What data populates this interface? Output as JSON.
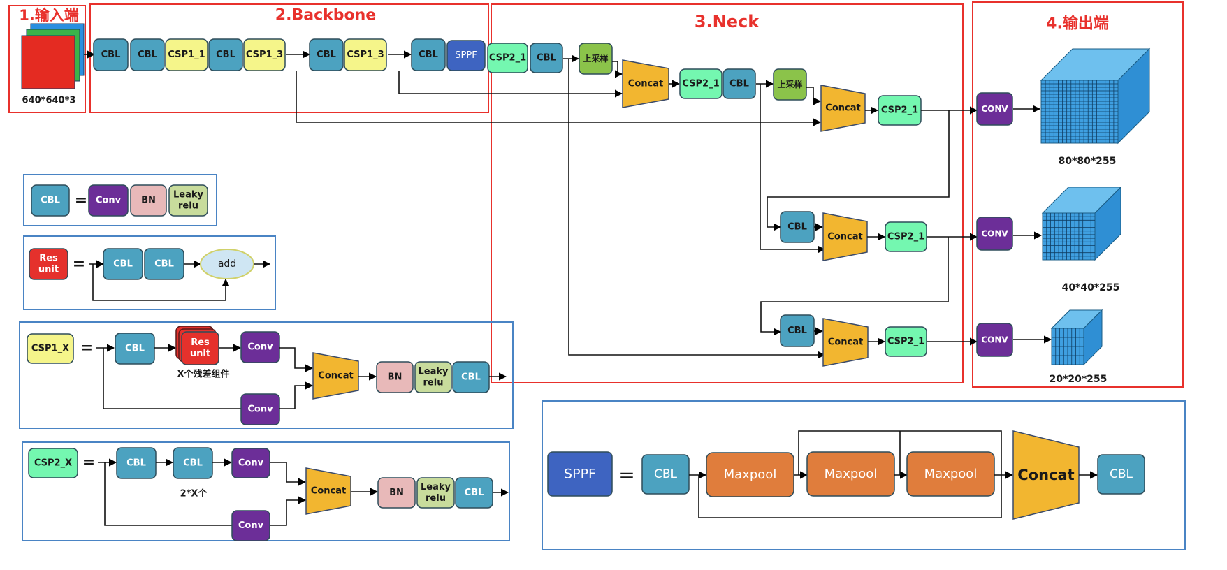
{
  "sections": {
    "input": "1.输入端",
    "backbone": "2.Backbone",
    "neck": "3.Neck",
    "output": "4.输出端"
  },
  "input_size": "640*640*3",
  "labels": {
    "cbl": "CBL",
    "csp1_1": "CSP1_1",
    "csp1_3": "CSP1_3",
    "csp2_1": "CSP2_1",
    "sppf": "SPPF",
    "upsample": "上采样",
    "concat": "Concat",
    "conv_upper": "CONV",
    "conv": "Conv",
    "bn": "BN",
    "leaky_line1": "Leaky",
    "leaky_line2": "relu",
    "res_line1": "Res",
    "res_line2": "unit",
    "add": "add",
    "equals": "=",
    "csp1_x": "CSP1_X",
    "csp2_x": "CSP2_X",
    "x_res_note": "X个残差组件",
    "two_x_note": "2*X个",
    "maxpool": "Maxpool"
  },
  "outputs": [
    "80*80*255",
    "40*40*255",
    "20*20*255"
  ],
  "colors": {
    "cbl": "#4ca2c0",
    "csp1": "#f5f58a",
    "csp2": "#74f7b0",
    "sppf": "#3e64c1",
    "upsample": "#8bc34a",
    "concat": "#f2b630",
    "conv": "#6c2e98",
    "bn": "#e8b9b9",
    "leaky": "#c8dc9c",
    "res": "#e5312c",
    "add": "#cfe6f3",
    "maxpool": "#e07d3c",
    "section_red": "#e8312c",
    "legend_blue": "#4a84c4",
    "cube": "#3f9fe0"
  }
}
